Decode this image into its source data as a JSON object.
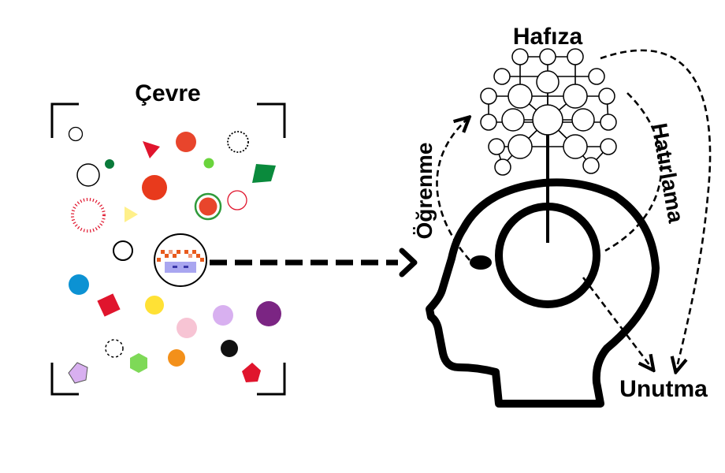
{
  "labels": {
    "environment": "Çevre",
    "memory": "Hafıza",
    "learning": "Öğrenme",
    "recall": "Hatırlama",
    "forgetting": "Unutma"
  },
  "colors": {
    "ink": "#000000",
    "red": "#e8452c",
    "crimson": "#e0152d",
    "green": "#0a8a3c",
    "lime": "#7ed957",
    "yellow": "#ffe135",
    "blue": "#0c92d3",
    "purple": "#7b2583",
    "lavender": "#d8b0f0",
    "pink": "#f7c4d4",
    "orange": "#f3901a"
  },
  "icons": [
    "pixel-creature-icon",
    "brain-network-icon",
    "head-profile-icon",
    "eye-icon"
  ]
}
